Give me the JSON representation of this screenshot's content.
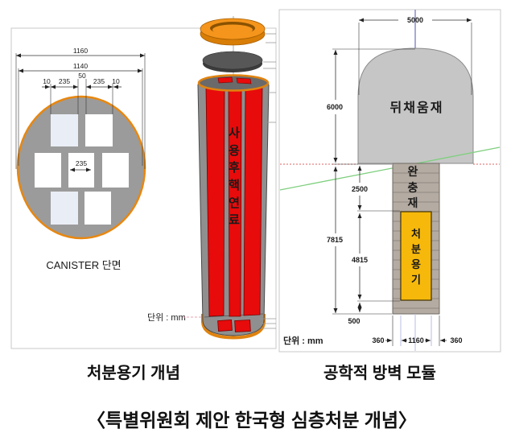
{
  "canister_section": {
    "title": "CANISTER 단면",
    "unit": "단위 : mm",
    "dim_outer": "1160",
    "dim_inner": "1140",
    "dim_gap_left": "10",
    "dim_cell_left": "235",
    "dim_web": "50",
    "dim_cell_right": "235",
    "dim_gap_right": "10",
    "dim_cell_center": "235"
  },
  "exploded_canister": {
    "fuel_chars": [
      "사",
      "용",
      "후",
      "핵",
      "연",
      "료"
    ]
  },
  "barrier_module": {
    "unit": "단위 : mm",
    "backfill": "뒤채움재",
    "buffer_chars": [
      "완",
      "충",
      "재"
    ],
    "container_chars": [
      "처",
      "분",
      "용",
      "기"
    ],
    "dim_tunnel_width": "5000",
    "dim_tunnel_height": "6000",
    "dim_buffer_top": "2500",
    "dim_hole_depth": "7815",
    "dim_container_zone": "4815",
    "dim_bottom": "500",
    "dim_wall_left": "360",
    "dim_container_width": "1160",
    "dim_wall_right": "360"
  },
  "captions": {
    "left": "처분용기 개념",
    "right": "공학적 방벽 모듈",
    "bottom": "〈특별위원회 제안 한국형 심층처분 개념〉"
  },
  "colors": {
    "shell_orange": "#e8870f",
    "steel_gray": "#9b9b9b",
    "cell_white": "#ffffff",
    "cell_blue": "#e9edf6",
    "lid_orange": "#f5951c",
    "lid_orange_dark": "#d87d06",
    "lid_hole": "#8a5202",
    "disc_gray": "#575757",
    "disc_gray_dark": "#3c3c3c",
    "body_gray": "#8f8f8f",
    "opening_gray": "#6a6a6a",
    "fuel_red": "#e80b0b",
    "fuel_text_yellow": "#ffc400",
    "dome_gray": "#c6c6c6",
    "buffer_tan": "#b4aba2",
    "container_yellow": "#f6b80b",
    "axis_blue": "#8a8cc9",
    "ground_green": "#7ecf7e",
    "floor_red": "#e06060",
    "leader_pink": "#e8a0b0"
  }
}
